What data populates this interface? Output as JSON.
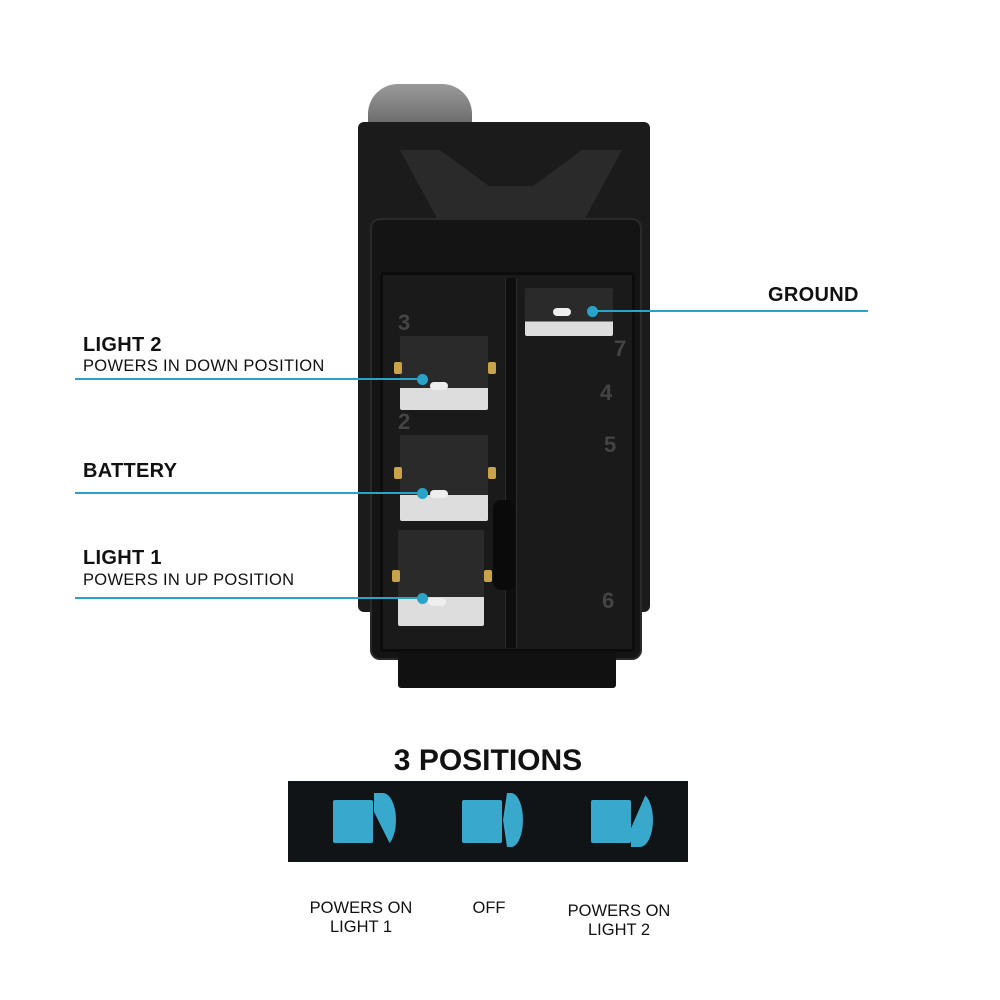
{
  "callouts": {
    "ground": {
      "label": "GROUND"
    },
    "light2": {
      "label": "LIGHT 2",
      "sub": "POWERS IN DOWN POSITION"
    },
    "battery": {
      "label": "BATTERY"
    },
    "light1": {
      "label": "LIGHT 1",
      "sub": "POWERS IN UP POSITION"
    }
  },
  "pin_numbers": {
    "left": [
      "3",
      "2"
    ],
    "right": [
      "7",
      "4",
      "5",
      "6"
    ]
  },
  "positions": {
    "title": "3 POSITIONS",
    "items": [
      {
        "line1": "POWERS ON",
        "line2": "LIGHT 1"
      },
      {
        "line1": "OFF",
        "line2": ""
      },
      {
        "line1": "POWERS ON",
        "line2": "LIGHT 2"
      }
    ]
  },
  "colors": {
    "accent": "#2aa3c8",
    "icon": "#38a8cc",
    "bar": "#111416"
  }
}
